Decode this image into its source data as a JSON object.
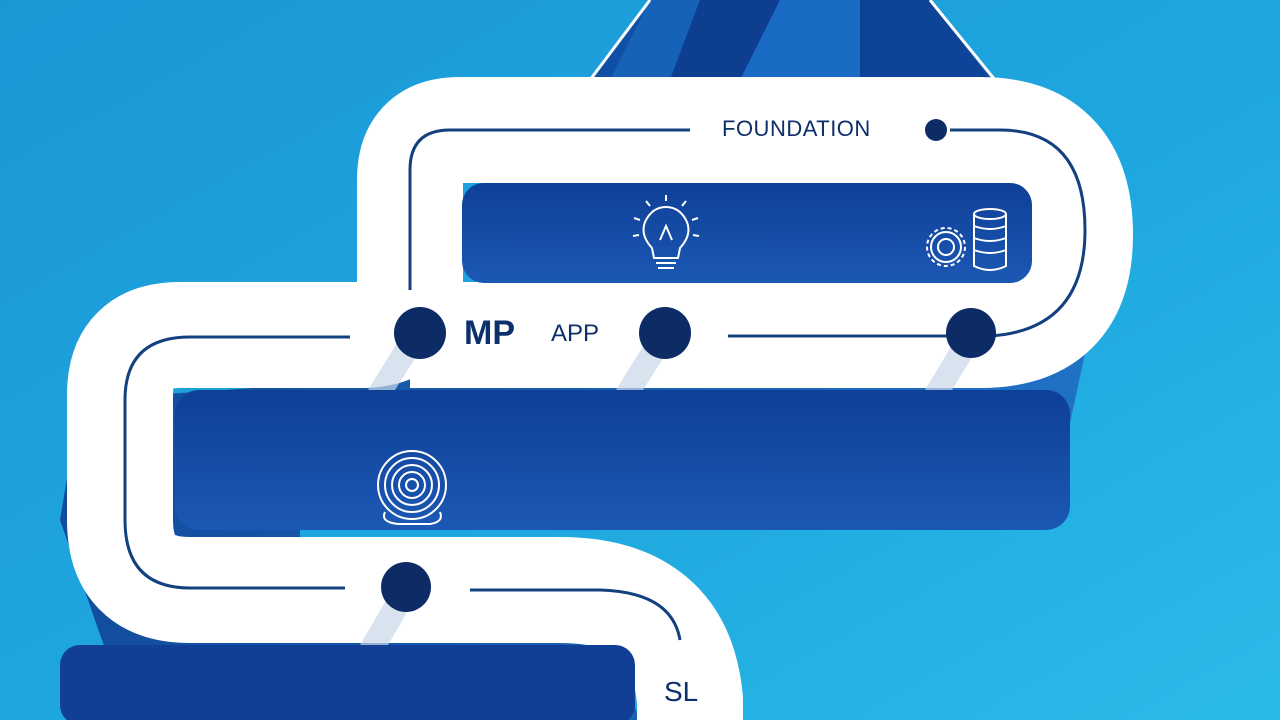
{
  "labels": {
    "foundation": "FOUNDATION",
    "mp": "MP",
    "app": "APP",
    "sl": "SL"
  },
  "colors": {
    "background_light": "#21b2e3",
    "background_dark": "#0f73bd",
    "road": "#ffffff",
    "road_shadow": "#14489a",
    "panel_dark": "#123f96",
    "node": "#0d2c66",
    "text": "#0d2f6b"
  },
  "icons": [
    "lightbulb-icon",
    "gear-coins-icon",
    "fingerprint-icon",
    "crystal-peak-icon"
  ]
}
